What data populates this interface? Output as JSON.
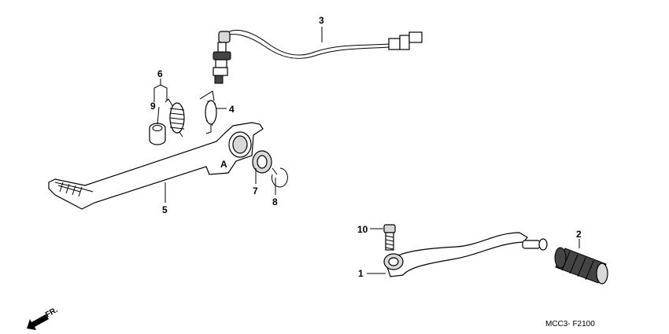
{
  "diagram": {
    "code": "MCC3- F2100",
    "direction_label": "FR.",
    "callouts": [
      {
        "id": "1",
        "text": "1"
      },
      {
        "id": "2",
        "text": "2"
      },
      {
        "id": "3",
        "text": "3"
      },
      {
        "id": "4",
        "text": "4"
      },
      {
        "id": "5",
        "text": "5"
      },
      {
        "id": "6",
        "text": "6"
      },
      {
        "id": "7",
        "text": "7"
      },
      {
        "id": "8",
        "text": "8"
      },
      {
        "id": "9",
        "text": "9"
      },
      {
        "id": "10",
        "text": "10"
      }
    ],
    "pedal_mark": "A"
  }
}
